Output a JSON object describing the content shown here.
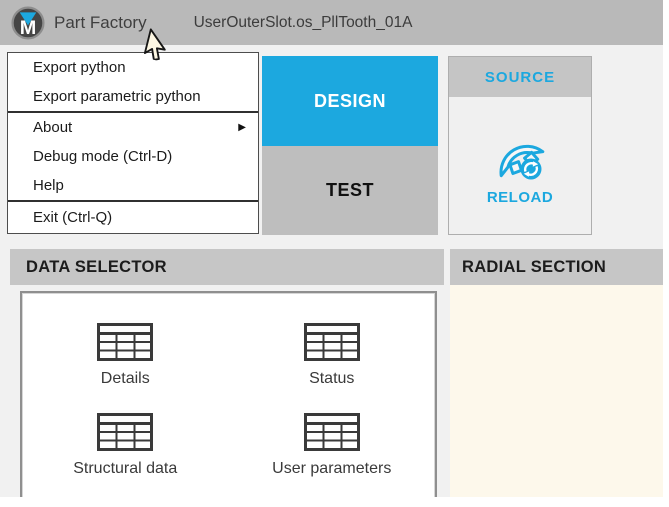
{
  "colors": {
    "accent": "#1ca8df",
    "titlebar_bg": "#b9b9b9",
    "section_header_bg": "#c6c6c6",
    "test_tab_bg": "#bebebe",
    "source_body_bg": "#f0f0f0",
    "window_bg": "#f1f1f1",
    "radial_bg": "#fdf8eb",
    "menu_bg": "#ffffff"
  },
  "titlebar": {
    "app_name": "Part Factory",
    "document_name": "UserOuterSlot.os_PllTooth_01A"
  },
  "menu": {
    "groups": [
      {
        "items": [
          {
            "label": "Export python"
          },
          {
            "label": "Export parametric python"
          }
        ]
      },
      {
        "items": [
          {
            "label": "About",
            "has_submenu": true
          },
          {
            "label": "Debug mode (Ctrl-D)"
          },
          {
            "label": "Help"
          }
        ]
      },
      {
        "items": [
          {
            "label": "Exit (Ctrl-Q)"
          }
        ]
      }
    ]
  },
  "icons": {
    "submenu_arrow": "▶"
  },
  "tabs": [
    {
      "label": "DESIGN",
      "active": true
    },
    {
      "label": "TEST",
      "active": false
    }
  ],
  "source_panel": {
    "title": "SOURCE",
    "reload_label": "RELOAD"
  },
  "data_selector": {
    "title": "DATA SELECTOR",
    "items": [
      {
        "label": "Details"
      },
      {
        "label": "Status"
      },
      {
        "label": "Structural data"
      },
      {
        "label": "User parameters"
      }
    ]
  },
  "radial_section": {
    "title": "RADIAL SECTION"
  }
}
